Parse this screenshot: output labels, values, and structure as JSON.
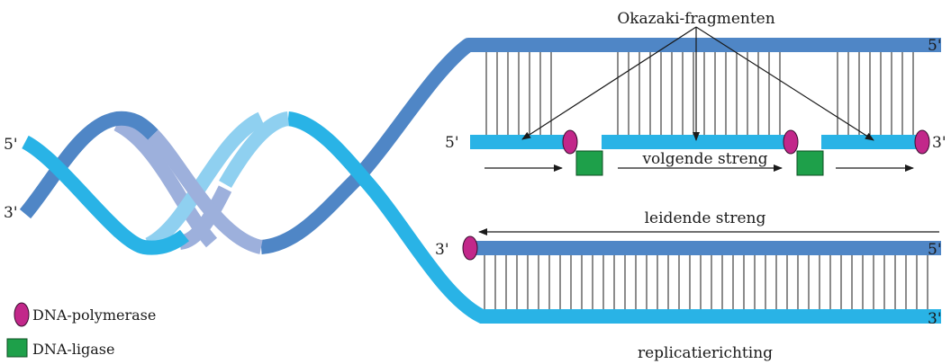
{
  "labels": {
    "okazaki": "Okazaki-fragmenten",
    "lagging": "volgende streng",
    "leading": "leidende streng",
    "direction": "replicatierichting"
  },
  "ends": {
    "left_5": "5'",
    "left_3": "3'",
    "top_right_5": "5'",
    "lag_left_5": "5'",
    "lag_right_3": "3'",
    "lead_left_3": "3'",
    "lead_right_5": "5'",
    "bottom_right_3": "3'"
  },
  "legend": {
    "polymerase": "DNA-polymerase",
    "ligase": "DNA-ligase"
  },
  "colors": {
    "parental_strand": "#4f86c6",
    "new_strand": "#29b3e6",
    "parental_light": "#9db0dc",
    "new_light": "#8fd0f0",
    "polymerase": "#c2278a",
    "ligase": "#1ea04a"
  }
}
